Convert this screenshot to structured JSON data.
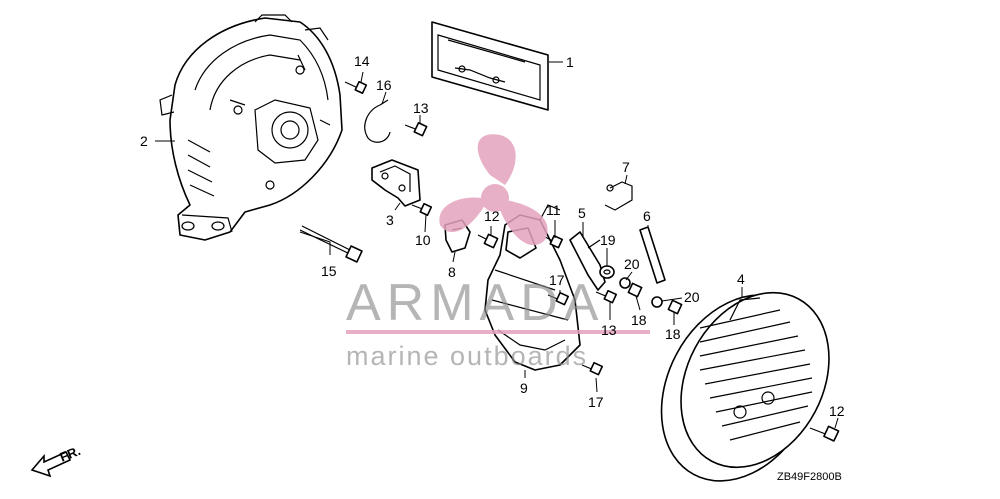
{
  "diagram": {
    "code": "ZB49F2800B",
    "front_marker": "FR.",
    "watermark": {
      "brand": "ARMADA",
      "tagline": "marine outboards",
      "accent_color": "#e4a3bd"
    },
    "labels": [
      "1",
      "2",
      "3",
      "4",
      "5",
      "6",
      "7",
      "8",
      "9",
      "10",
      "11",
      "12",
      "12",
      "13",
      "13",
      "14",
      "15",
      "16",
      "17",
      "17",
      "18",
      "18",
      "19",
      "20",
      "20"
    ],
    "parts": [
      "tag-label",
      "fan-cover-housing",
      "bracket",
      "recoil-cover",
      "spring-plate",
      "strip",
      "wire-clip",
      "clip",
      "cover",
      "screw",
      "screw",
      "nut",
      "bolt",
      "screw",
      "bolt",
      "hook",
      "screw",
      "nut",
      "spacer",
      "washer"
    ]
  }
}
